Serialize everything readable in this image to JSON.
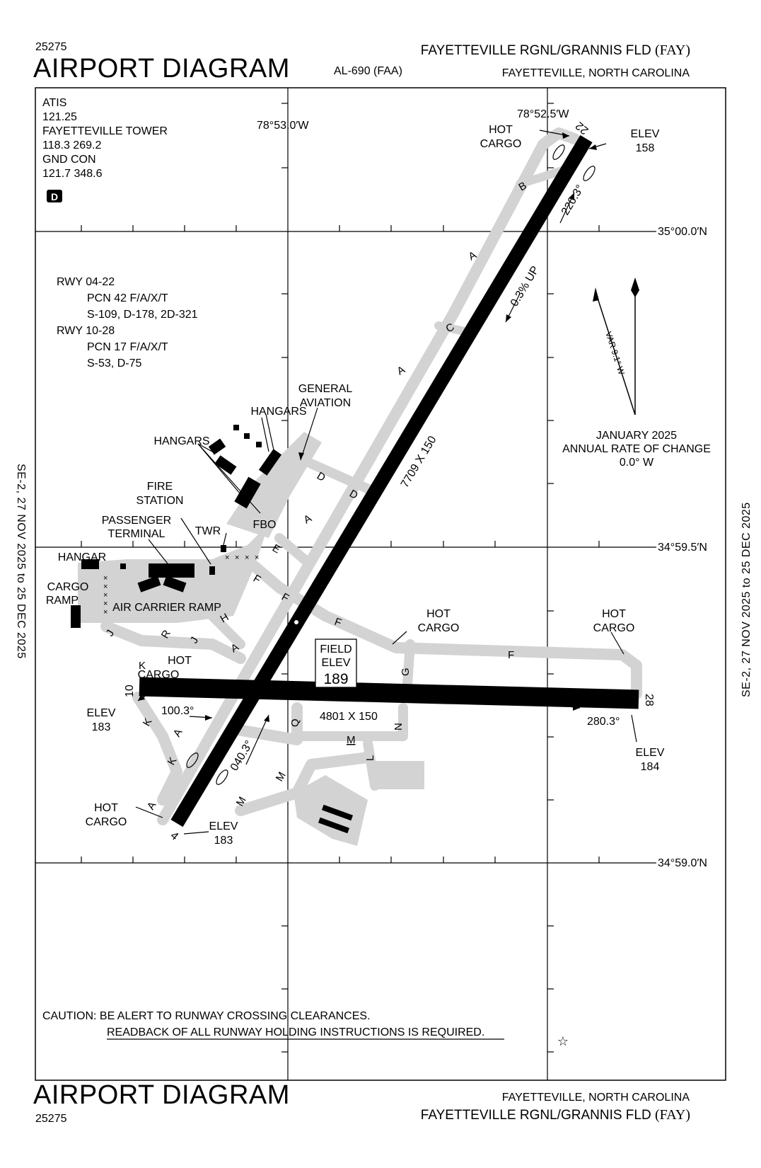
{
  "header": {
    "chart_number": "25275",
    "title": "AIRPORT DIAGRAM",
    "procedure_id": "AL-690 (FAA)",
    "airport_name": "FAYETTEVILLE RGNL/GRANNIS FLD",
    "airport_ident": "(FAY)",
    "city_state": "FAYETTEVILLE, NORTH CAROLINA"
  },
  "footer": {
    "title": "AIRPORT DIAGRAM",
    "chart_number": "25275",
    "city_state": "FAYETTEVILLE, NORTH CAROLINA",
    "airport_name": "FAYETTEVILLE RGNL/GRANNIS FLD",
    "airport_ident": "(FAY)"
  },
  "side": {
    "left": "SE-2, 27 NOV 2025 to 25 DEC 2025",
    "right": "SE-2, 27 NOV 2025 to 25 DEC 2025"
  },
  "comms": [
    "ATIS",
    "121.25",
    "FAYETTEVILLE TOWER",
    "118.3 269.2",
    "GND CON",
    "121.7 348.6"
  ],
  "d_symbol": "D",
  "runway_info": {
    "rwy1": "RWY 04-22",
    "rwy1_pcn": "PCN 42 F/A/X/T",
    "rwy1_weights": "S-109, D-178, 2D-321",
    "rwy2": "RWY 10-28",
    "rwy2_pcn": "PCN 17 F/A/X/T",
    "rwy2_weights": "S-53, D-75"
  },
  "coords": {
    "lon_west": "78°53.0′W",
    "lon_east": "78°52.5′W",
    "lat_top": "35°00.0′N",
    "lat_mid": "34°59.5′N",
    "lat_bot": "34°59.0′N"
  },
  "magvar": {
    "var": "VAR 9.1° W",
    "date": "JANUARY 2025",
    "rate_label": "ANNUAL RATE OF CHANGE",
    "rate": "0.0° W"
  },
  "runways": {
    "rwy22": "22",
    "rwy4": "4",
    "rwy10": "10",
    "rwy28": "28",
    "dims_04_22": "7709 X 150",
    "dims_10_28": "4801 X 150",
    "hdg_220": "220.3°",
    "hdg_040": "040.3°",
    "hdg_100": "100.3°",
    "hdg_280": "280.3°",
    "slope": "0.3% UP"
  },
  "elevations": {
    "elev_word": "ELEV",
    "e22": "158",
    "e4": "183",
    "e10": "183",
    "e28": "184",
    "field_1": "FIELD",
    "field_2": "ELEV",
    "field_value": "189"
  },
  "labels": {
    "hot": "HOT",
    "cargo": "CARGO",
    "hangars": "HANGARS",
    "general": "GENERAL",
    "aviation": "AVIATION",
    "fire": "FIRE",
    "station": "STATION",
    "passenger": "PASSENGER",
    "terminal": "TERMINAL",
    "twr": "TWR",
    "hangar": "HANGAR",
    "cargo_ramp_1": "CARGO",
    "cargo_ramp_2": "RAMP",
    "air_carrier_ramp": "AIR CARRIER RAMP",
    "fbo": "FBO"
  },
  "taxiways": {
    "A": "A",
    "B": "B",
    "C": "C",
    "D": "D",
    "E": "E",
    "F": "F",
    "G": "G",
    "H": "H",
    "J": "J",
    "K": "K",
    "L": "L",
    "M": "M",
    "N": "N",
    "Q": "Q",
    "R": "R"
  },
  "caution": {
    "line1": "CAUTION: BE ALERT TO RUNWAY CROSSING CLEARANCES.",
    "line2": "READBACK OF ALL RUNWAY HOLDING INSTRUCTIONS IS REQUIRED."
  },
  "colors": {
    "pavement": "#d3d3d3",
    "runway": "#000000",
    "frame": "#000000"
  }
}
